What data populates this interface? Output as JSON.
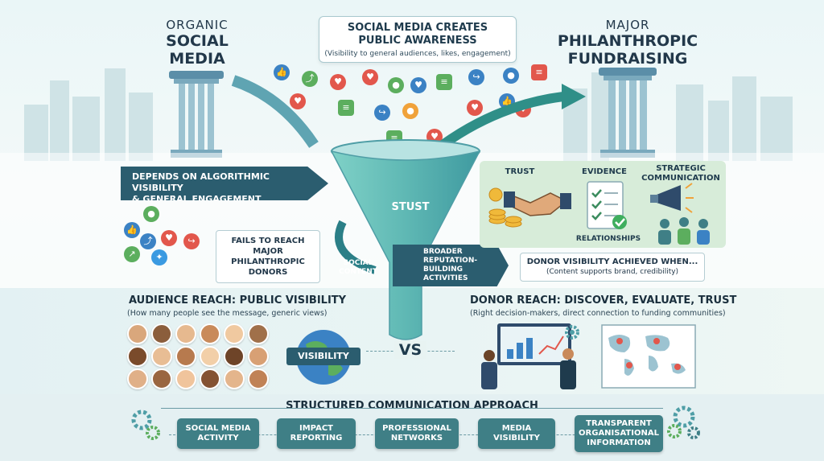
{
  "left_header": {
    "line1": "ORGANIC",
    "line2": "SOCIAL",
    "line3": "MEDIA"
  },
  "right_header": {
    "line1": "MAJOR",
    "line2": "PHILANTHROPIC",
    "line3": "FUNDRAISING"
  },
  "top_callout": {
    "title_line1": "SOCIAL MEDIA CREATES",
    "title_line2": "PUBLIC AWARENESS",
    "subtitle": "(Visibility to general audiences, likes, engagement)"
  },
  "left_arrow": {
    "line1": "DEPENDS ON ALGORITHMIC VISIBILITY",
    "line2": "& GENERAL ENGAGEMENT"
  },
  "left_note": {
    "line1": "FAILS TO REACH",
    "line2": "MAJOR PHILANTHROPIC",
    "line3": "DONORS"
  },
  "funnel": {
    "label": "STUST",
    "social_line1": "SOCIAL",
    "social_line2": "CONTENT",
    "arrow_line1": "BROADER",
    "arrow_line2": "REPUTATION-",
    "arrow_line3": "BUILDING",
    "arrow_line4": "ACTIVITIES"
  },
  "right_panel": {
    "trust": "TRUST",
    "evidence": "EVIDENCE",
    "strategic_line1": "STRATEGIC",
    "strategic_line2": "COMMUNICATION",
    "relationships": "RELATIONSHIPS"
  },
  "donor_visibility": {
    "title": "DONOR VISIBILITY ACHIEVED WHEN...",
    "subtitle": "(Content supports brand, credibility)"
  },
  "audience_reach": {
    "title": "AUDIENCE REACH: PUBLIC VISIBILITY",
    "subtitle": "(How many people see the message, generic views)",
    "globe_label": "VISIBILITY"
  },
  "donor_reach": {
    "title": "DONOR REACH: DISCOVER, EVALUATE, TRUST",
    "subtitle": "(Right decision-makers, direct connection to funding communities)"
  },
  "vs_label": "VS",
  "approach": {
    "title": "STRUCTURED COMMUNICATION APPROACH",
    "steps": [
      {
        "line1": "SOCIAL MEDIA",
        "line2": "ACTIVITY"
      },
      {
        "line1": "IMPACT",
        "line2": "REPORTING"
      },
      {
        "line1": "PROFESSIONAL",
        "line2": "NETWORKS"
      },
      {
        "line1": "MEDIA",
        "line2": "VISIBILITY"
      },
      {
        "line1": "TRANSPARENT",
        "line2": "ORGANISATIONAL",
        "line3": "INFORMATION"
      }
    ]
  },
  "colors": {
    "teal_dark": "#2b5d6f",
    "teal": "#3f7f86",
    "funnel": "#5fb8b4",
    "like_blue": "#3b82c4",
    "heart_red": "#e2574c",
    "green": "#5cae5e",
    "orange": "#f0a23a"
  },
  "icons": [
    "like-icon",
    "heart-icon",
    "share-icon",
    "chat-icon",
    "user-icon",
    "twitter-icon",
    "globe-icon",
    "gear-icon",
    "handshake-icon",
    "megaphone-icon",
    "document-icon",
    "map-icon"
  ]
}
